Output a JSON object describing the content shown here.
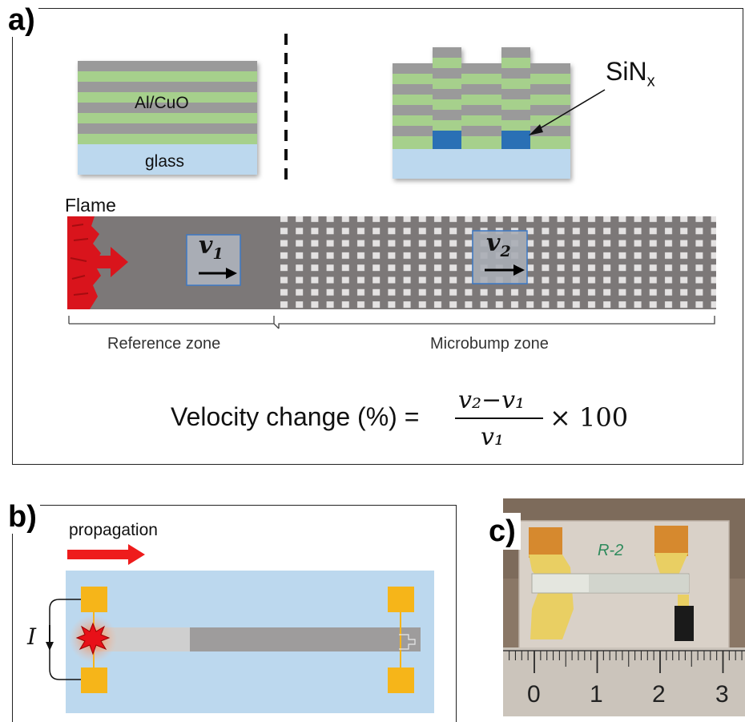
{
  "panel_a": {
    "label": "a)",
    "stack_material": "Al/CuO",
    "substrate": "glass",
    "sinx_base": "SiN",
    "sinx_sub": "x",
    "flame_label": "Flame",
    "v1_base": "v",
    "v1_sub": "1",
    "v2_base": "v",
    "v2_sub": "2",
    "reference_zone": "Reference zone",
    "microbump_zone": "Microbump zone",
    "formula_lhs": "Velocity change (%) =",
    "formula_numerator": "v₂−v₁",
    "formula_denominator": "v₁",
    "formula_tail": "× 100"
  },
  "panel_b": {
    "label": "b)",
    "propagation_label": "propagation",
    "current_label": "I"
  },
  "panel_c": {
    "label": "c)",
    "sample_tag": "R-2",
    "ruler_numbers": [
      "0",
      "1",
      "2",
      "3"
    ]
  },
  "colors": {
    "layer_green": "#a6d08c",
    "layer_gray": "#9a9a9a",
    "glass_blue": "#bcd8ee",
    "sinx_blue": "#2a6fb5",
    "strip_gray": "#7c7878",
    "flame_red": "#d9141c",
    "pad_yellow": "#f6b519",
    "arrow_red": "#ee1c1c"
  }
}
